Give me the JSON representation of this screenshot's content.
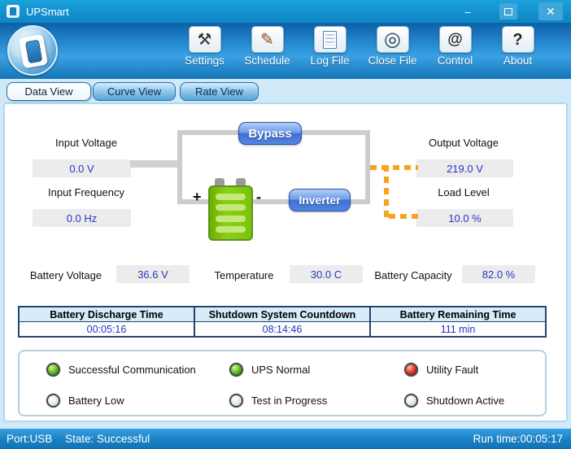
{
  "window": {
    "title": "UPSmart",
    "controls": {
      "minimize": "–",
      "close": "✕"
    }
  },
  "toolbar": {
    "buttons": [
      {
        "label": "Settings",
        "icon": "hammer-icon",
        "glyph": "⚒"
      },
      {
        "label": "Schedule",
        "icon": "pencil-icon",
        "glyph": "✎"
      },
      {
        "label": "Log File",
        "icon": "document-icon",
        "glyph": ""
      },
      {
        "label": "Close File",
        "icon": "lens-icon",
        "glyph": "◎"
      },
      {
        "label": "Control",
        "icon": "at-icon",
        "glyph": "@"
      },
      {
        "label": "About",
        "icon": "question-icon",
        "glyph": "?"
      }
    ]
  },
  "tabs": [
    {
      "label": "Data View",
      "active": true
    },
    {
      "label": "Curve View",
      "active": false
    },
    {
      "label": "Rate View",
      "active": false
    }
  ],
  "diagram": {
    "bypass_label": "Bypass",
    "inverter_label": "Inverter",
    "battery_plus": "+",
    "battery_minus": "-"
  },
  "readings": {
    "input_voltage": {
      "label": "Input Voltage",
      "value": "0.0 V"
    },
    "input_frequency": {
      "label": "Input Frequency",
      "value": "0.0 Hz"
    },
    "output_voltage": {
      "label": "Output Voltage",
      "value": "219.0 V"
    },
    "load_level": {
      "label": "Load Level",
      "value": "10.0 %"
    },
    "battery_voltage": {
      "label": "Battery Voltage",
      "value": "36.6 V"
    },
    "temperature": {
      "label": "Temperature",
      "value": "30.0 C"
    },
    "battery_capacity": {
      "label": "Battery Capacity",
      "value": "82.0 %"
    }
  },
  "time_table": {
    "columns": [
      {
        "header": "Battery Discharge Time",
        "value": "00:05:16"
      },
      {
        "header": "Shutdown System Countdown",
        "value": "08:14:46"
      },
      {
        "header": "Battery Remaining Time",
        "value": "111 min"
      }
    ]
  },
  "status_indicators": [
    {
      "label": "Successful Communication",
      "state": "green"
    },
    {
      "label": "UPS Normal",
      "state": "green"
    },
    {
      "label": "Utility Fault",
      "state": "red"
    },
    {
      "label": "Battery Low",
      "state": "off"
    },
    {
      "label": "Test in Progress",
      "state": "off"
    },
    {
      "label": "Shutdown Active",
      "state": "off"
    }
  ],
  "status_bar": {
    "port": "Port:USB",
    "state": "State: Successful",
    "run_time": "Run time:00:05:17"
  },
  "colors": {
    "titlebar_blue": "#128fcd",
    "value_text_blue": "#2a35c0",
    "led_green": "#3f9a10",
    "led_red": "#c02010",
    "dash_orange": "#f6a41e"
  }
}
